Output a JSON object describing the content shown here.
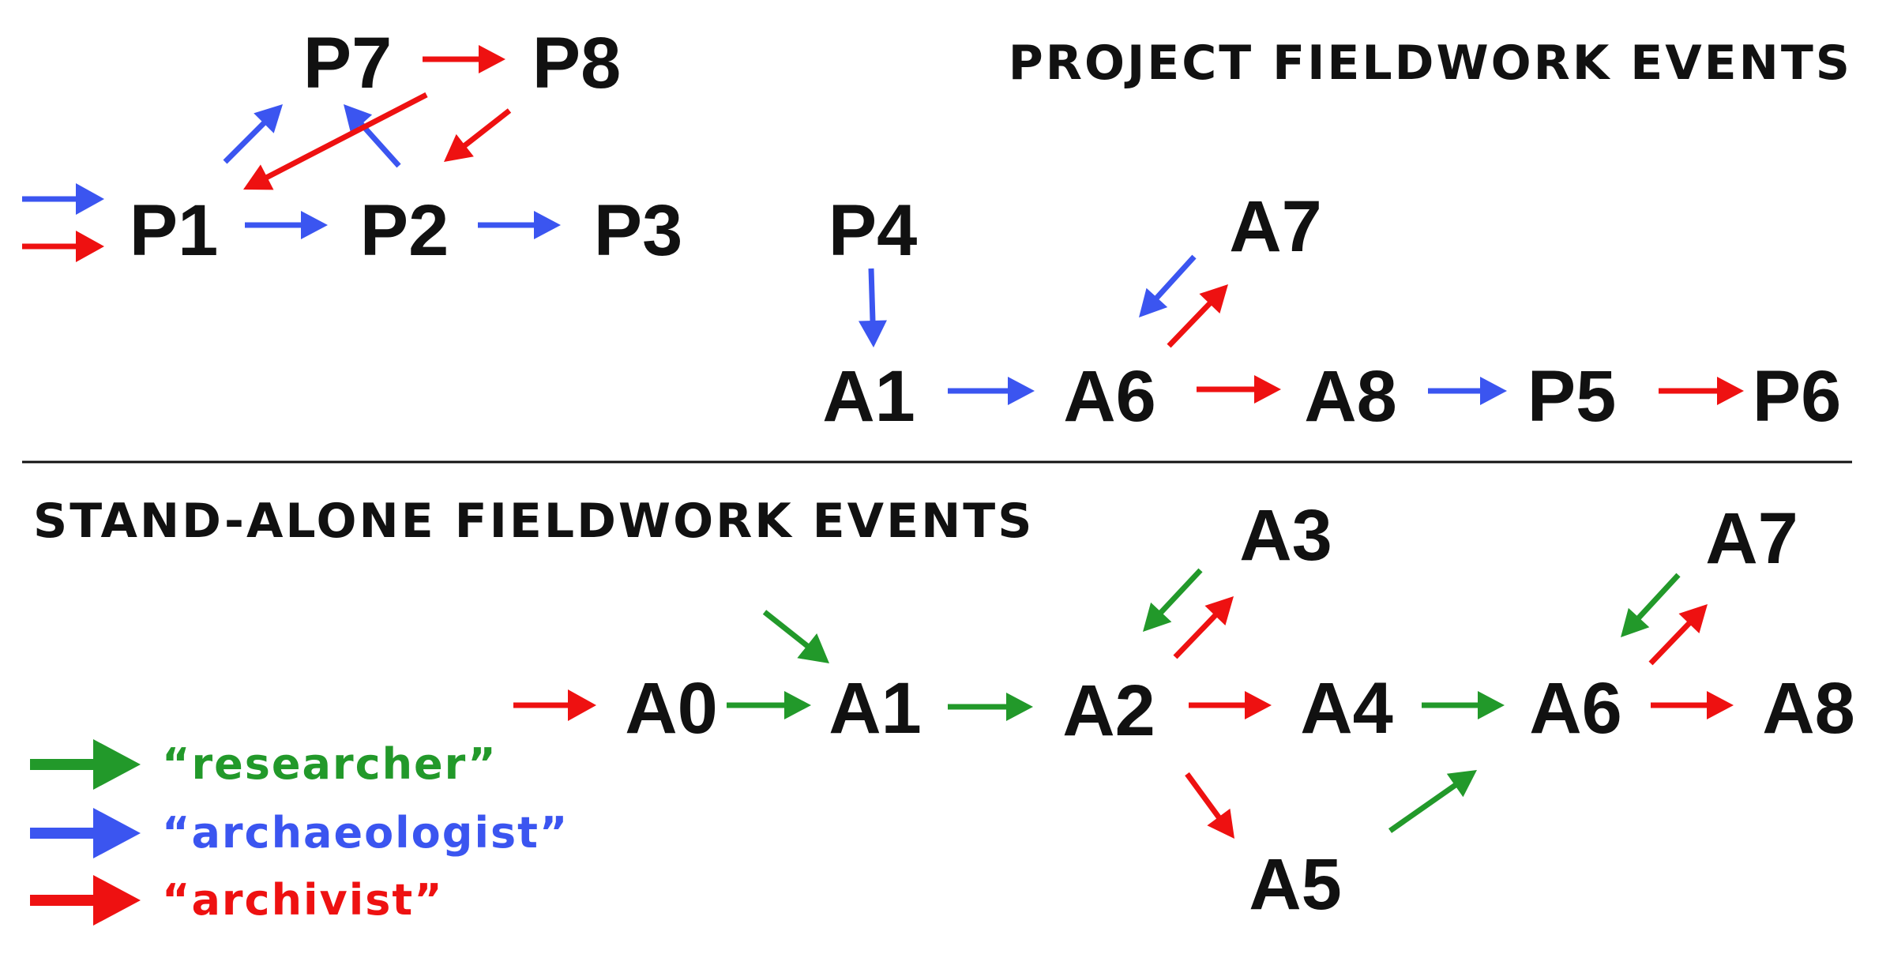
{
  "sections": {
    "project_title": "PROJECT FIELDWORK EVENTS",
    "standalone_title": "STAND-ALONE FIELDWORK EVENTS"
  },
  "roles": {
    "researcher": {
      "label": "“researcher”",
      "color": "#22992a"
    },
    "archaeologist": {
      "label": "“archaeologist”",
      "color": "#3b55f0"
    },
    "archivist": {
      "label": "“archivist”",
      "color": "#ee1111"
    }
  },
  "project_nodes": [
    "P7",
    "P8",
    "P1",
    "P2",
    "P3",
    "P4",
    "A7",
    "A1",
    "A6",
    "A8",
    "P5",
    "P6"
  ],
  "project_edges": [
    {
      "from": "P7",
      "to": "P8",
      "role": "archivist"
    },
    {
      "from": "P1",
      "to": "P7",
      "role": "archaeologist"
    },
    {
      "from": "P2",
      "to": "P7",
      "role": "archaeologist"
    },
    {
      "from": "P8",
      "to": "P1",
      "role": "archivist"
    },
    {
      "from": "P8",
      "to": "P2",
      "role": "archivist"
    },
    {
      "from": "P1",
      "to": "P2",
      "role": "archaeologist"
    },
    {
      "from": "P2",
      "to": "P3",
      "role": "archaeologist"
    },
    {
      "from": "P4",
      "to": "A1",
      "role": "archaeologist"
    },
    {
      "from": "A7",
      "to": "A6",
      "role": "archaeologist"
    },
    {
      "from": "A6",
      "to": "A7",
      "role": "archivist"
    },
    {
      "from": "A1",
      "to": "A6",
      "role": "archaeologist"
    },
    {
      "from": "A6",
      "to": "A8",
      "role": "archivist"
    },
    {
      "from": "A8",
      "to": "P5",
      "role": "archaeologist"
    },
    {
      "from": "P5",
      "to": "P6",
      "role": "archivist"
    }
  ],
  "project_entry_edges": [
    {
      "to": "P1",
      "role": "archaeologist"
    },
    {
      "to": "P1",
      "role": "archivist"
    }
  ],
  "standalone_nodes": [
    "A0",
    "A1",
    "A2",
    "A3",
    "A4",
    "A5",
    "A6",
    "A7",
    "A8"
  ],
  "standalone_edges": [
    {
      "from": "A0",
      "to": "A1",
      "role": "researcher"
    },
    {
      "from": "A1",
      "to": "A2",
      "role": "researcher"
    },
    {
      "from": "A3",
      "to": "A2",
      "role": "researcher"
    },
    {
      "from": "A2",
      "to": "A3",
      "role": "archivist"
    },
    {
      "from": "A2",
      "to": "A4",
      "role": "archivist"
    },
    {
      "from": "A2",
      "to": "A5",
      "role": "archivist"
    },
    {
      "from": "A5",
      "to": "A6",
      "role": "researcher"
    },
    {
      "from": "A4",
      "to": "A6",
      "role": "researcher"
    },
    {
      "from": "A7",
      "to": "A6",
      "role": "researcher"
    },
    {
      "from": "A6",
      "to": "A7",
      "role": "archivist"
    },
    {
      "from": "A6",
      "to": "A8",
      "role": "archivist"
    }
  ],
  "standalone_entry_edges": [
    {
      "to": "A0",
      "role": "archivist"
    },
    {
      "to": "A1",
      "role": "researcher"
    }
  ],
  "legend": [
    "researcher",
    "archaeologist",
    "archivist"
  ]
}
